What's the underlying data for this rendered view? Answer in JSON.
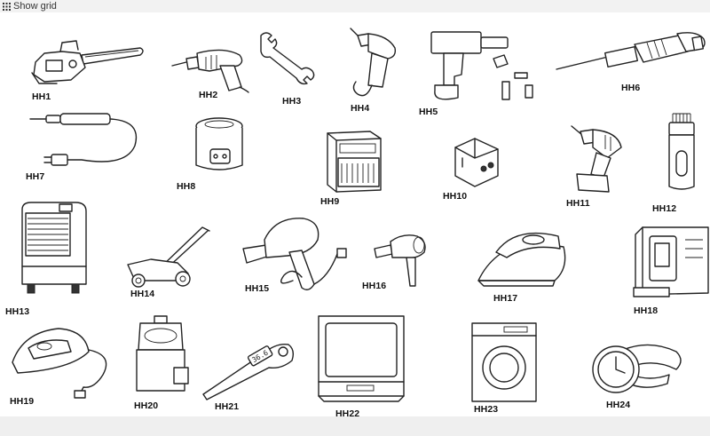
{
  "toolbar": {
    "show_grid_label": "Show grid",
    "icon": "grid-icon"
  },
  "labels": {
    "hh1": "HH1",
    "hh2": "HH2",
    "hh3": "HH3",
    "hh4": "HH4",
    "hh5": "HH5",
    "hh6": "HH6",
    "hh7": "HH7",
    "hh8": "HH8",
    "hh9": "HH9",
    "hh10": "HH10",
    "hh11": "HH11",
    "hh12": "HH12",
    "hh13": "HH13",
    "hh14": "HH14",
    "hh15": "HH15",
    "hh16": "HH16",
    "hh17": "HH17",
    "hh18": "HH18",
    "hh19": "HH19",
    "hh20": "HH20",
    "hh21": "HH21",
    "hh22": "HH22",
    "hh23": "HH23",
    "hh24": "HH24"
  },
  "thermometer_reading": "36.6",
  "colors": {
    "background": "#f2f2f2",
    "canvas": "#ffffff",
    "line": "#222222"
  }
}
